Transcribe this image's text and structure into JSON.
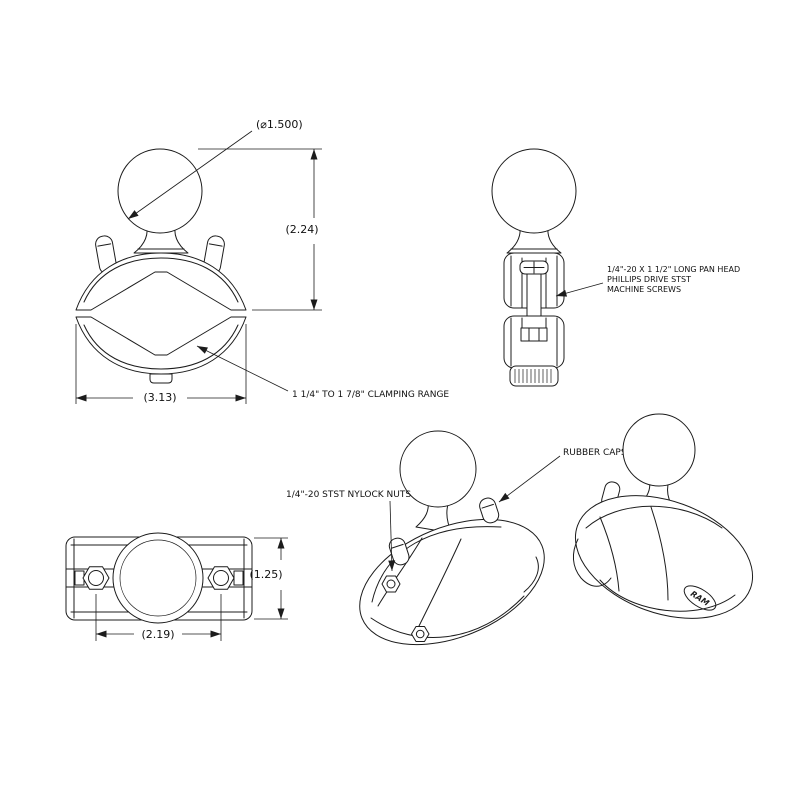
{
  "colors": {
    "line": "#1c1c1c",
    "background": "#ffffff"
  },
  "front_view": {
    "ball_diameter": "(⌀1.500)",
    "overall_height": "(2.24)",
    "overall_width": "(3.13)",
    "clamping_range_note": "1 1/4\" TO 1 7/8\" CLAMPING RANGE"
  },
  "side_view": {
    "screw_note": {
      "line1": "1/4\"-20 X 1 1/2\" LONG PAN HEAD",
      "line2": "PHILLIPS DRIVE STST",
      "line3": "MACHINE SCREWS"
    }
  },
  "top_view": {
    "body_height": "(1.25)",
    "screw_spacing": "(2.19)"
  },
  "isometric_views": {
    "rubber_caps_note": "RUBBER CAPS",
    "nylock_nuts_note": "1/4\"-20 STST NYLOCK NUTS",
    "brand": "RAM"
  }
}
